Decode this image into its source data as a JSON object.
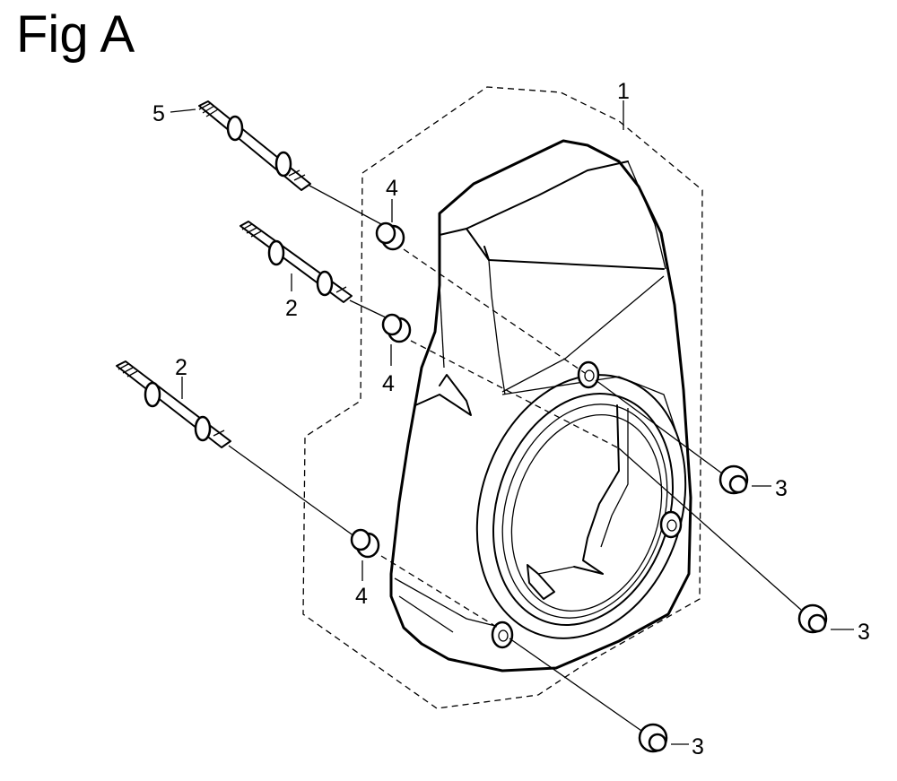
{
  "figure": {
    "title": "Fig A"
  },
  "callouts": {
    "housing": "1",
    "stud_upper": "2",
    "stud_lower": "2",
    "nut_right_upper": "3",
    "nut_right_lower": "3",
    "nut_bottom": "3",
    "collar_top": "4",
    "collar_middle": "4",
    "collar_bottom": "4",
    "bolt_long": "5"
  }
}
